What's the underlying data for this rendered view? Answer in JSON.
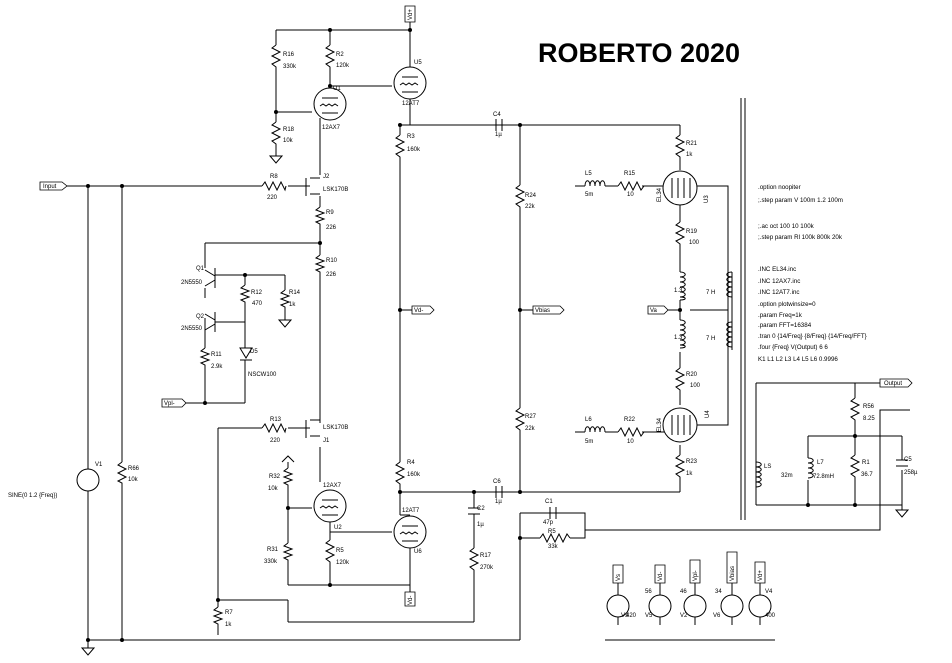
{
  "title": "ROBERTO 2020",
  "nets": {
    "input": "Input",
    "output": "Output",
    "vd_minus": "Vd-",
    "vbias": "Vbias",
    "va": "Va",
    "vpl_minus": "Vpl-",
    "vd_plus": "Vd+",
    "vd_minus_bottom": "Vd-",
    "supply_labels": [
      "Vs",
      "Vd-",
      "Vpl-",
      "Vbias",
      "Vd+"
    ]
  },
  "components": {
    "R16": {
      "ref": "R16",
      "value": "330k"
    },
    "R2": {
      "ref": "R2",
      "value": "120k"
    },
    "U1": {
      "ref": "U1",
      "value": "12AX7"
    },
    "U5": {
      "ref": "U5",
      "value": "12AT7"
    },
    "R18": {
      "ref": "R18",
      "value": "10k"
    },
    "R3": {
      "ref": "R3",
      "value": "160k"
    },
    "C4": {
      "ref": "C4",
      "value": "1µ"
    },
    "J2": {
      "ref": "J2",
      "value": "LSK170B"
    },
    "R8": {
      "ref": "R8",
      "value": "220"
    },
    "R9": {
      "ref": "R9",
      "value": "226"
    },
    "R10": {
      "ref": "R10",
      "value": "226"
    },
    "Q1": {
      "ref": "Q1",
      "value": "2N5550"
    },
    "Q2": {
      "ref": "Q2",
      "value": "2N5550"
    },
    "R12": {
      "ref": "R12",
      "value": "470"
    },
    "R14": {
      "ref": "R14",
      "value": "1k"
    },
    "R11": {
      "ref": "R11",
      "value": "2.9k"
    },
    "D5": {
      "ref": "D5",
      "value": "NSCW100"
    },
    "R13": {
      "ref": "R13",
      "value": "220"
    },
    "J1": {
      "ref": "J1",
      "value": "LSK170B"
    },
    "R32": {
      "ref": "R32",
      "value": "10k"
    },
    "U2": {
      "ref": "U2",
      "value": "12AX7"
    },
    "R31": {
      "ref": "R31",
      "value": "330k"
    },
    "R5": {
      "ref": "R5",
      "value": "120k"
    },
    "U6": {
      "ref": "U6",
      "value": "12AT7"
    },
    "R4": {
      "ref": "R4",
      "value": "160k"
    },
    "R7": {
      "ref": "R7",
      "value": "1k"
    },
    "V1": {
      "ref": "V1",
      "value": "SINE(0 1.2 {Freq})"
    },
    "R66": {
      "ref": "R66",
      "value": "10k"
    },
    "C2": {
      "ref": "C2",
      "value": "1µ"
    },
    "R17": {
      "ref": "R17",
      "value": "270k"
    },
    "C6": {
      "ref": "C6",
      "value": "1µ"
    },
    "C1": {
      "ref": "C1",
      "value": "47p"
    },
    "R5b": {
      "ref": "R5",
      "value": "33k"
    },
    "R24": {
      "ref": "R24",
      "value": "22k"
    },
    "R27": {
      "ref": "R27",
      "value": "22k"
    },
    "L5": {
      "ref": "L5",
      "value": "5m"
    },
    "R15": {
      "ref": "R15",
      "value": "10"
    },
    "U3": {
      "ref": "U3",
      "value": "EL34"
    },
    "R21": {
      "ref": "R21",
      "value": "1k"
    },
    "R19": {
      "ref": "R19",
      "value": "100"
    },
    "L6": {
      "ref": "L6",
      "value": "5m"
    },
    "R22": {
      "ref": "R22",
      "value": "10"
    },
    "U4": {
      "ref": "U4",
      "value": "EL34"
    },
    "R20": {
      "ref": "R20",
      "value": "100"
    },
    "R23": {
      "ref": "R23",
      "value": "1k"
    },
    "L1": {
      "ref": "L1",
      "value": "1.3"
    },
    "L2": {
      "ref": "L2",
      "value": "1.3"
    },
    "L3": {
      "ref": "L3",
      "value": "7 H"
    },
    "L4": {
      "ref": "L4",
      "value": "7 H"
    },
    "R56": {
      "ref": "R56",
      "value": "8.25"
    },
    "LS": {
      "ref": "LS",
      "value": "32m"
    },
    "L7": {
      "ref": "L7",
      "value": "72.8mH"
    },
    "R1": {
      "ref": "R1",
      "value": "36.7"
    },
    "C5": {
      "ref": "C5",
      "value": "258µ"
    },
    "VS": {
      "ref": "V3",
      "value": "420"
    },
    "V2": {
      "ref": "V2",
      "value": "46"
    },
    "V5": {
      "ref": "V5",
      "value": "56"
    },
    "V6": {
      "ref": "V6",
      "value": "34"
    },
    "V4": {
      "ref": "V4",
      "value": "400"
    }
  },
  "directives": [
    ".option noopiter",
    ";.step param V 100m 1.2 100m",
    ";.ac oct 100 10 100k",
    ";.step param Rl 100k 800k 20k",
    ".INC EL34.inc",
    ".INC 12AX7.inc",
    ".INC 12AT7.inc",
    ".option plotwinsize=0",
    ".param Freq=1k",
    ".param FFT=16384",
    ".tran 0 {14/Freq} {8/Freq} {14/Freq/FFT}",
    ".four {Freq} V(Output) 6 6",
    "K1 L1 L2 L3 L4 L5 L6 0.9996"
  ]
}
